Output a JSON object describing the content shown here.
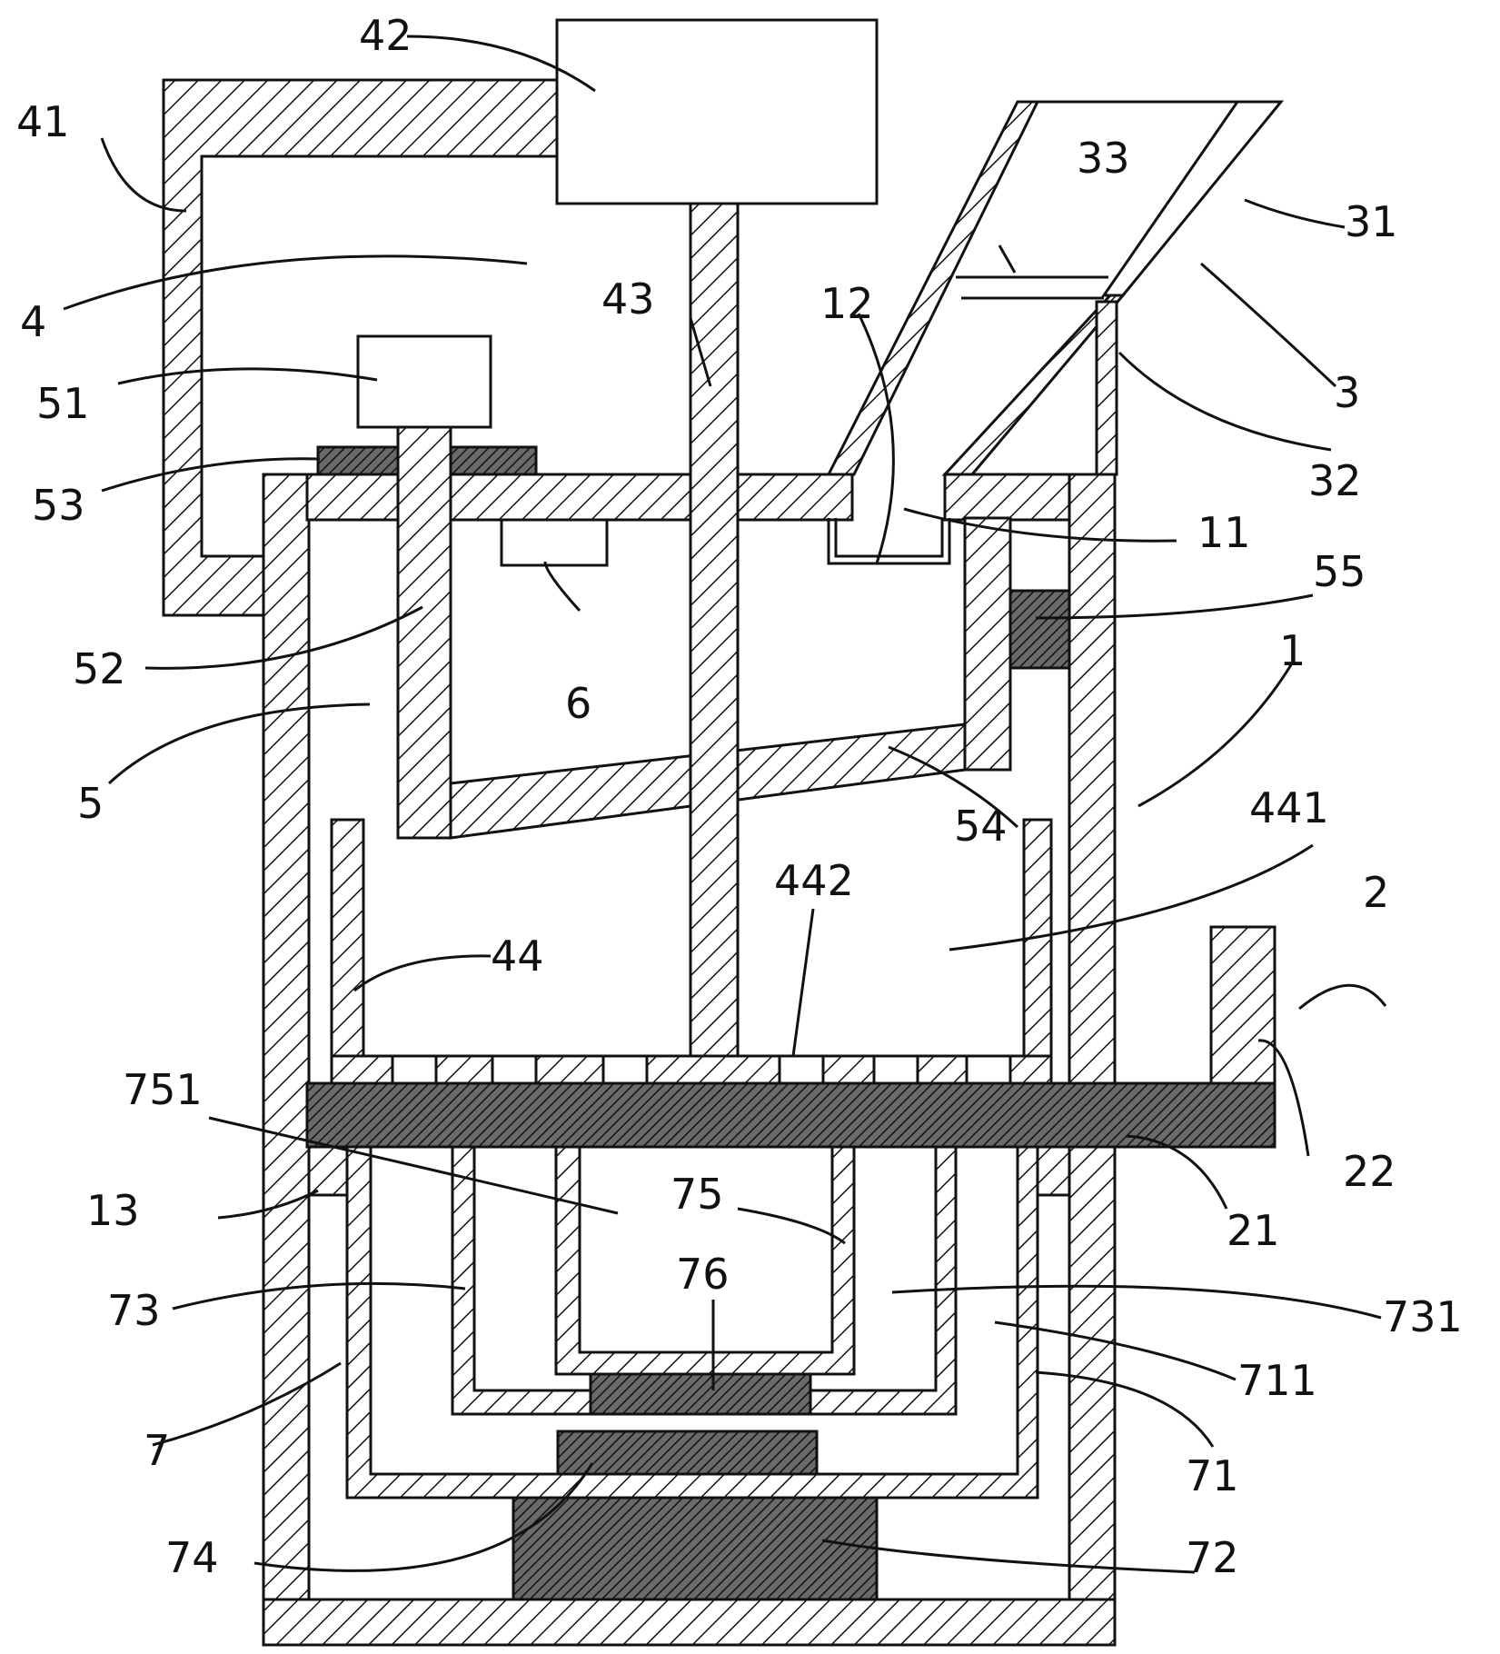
{
  "figure": {
    "colors": {
      "line": "#111111",
      "background": "#ffffff",
      "hatch_light": "#ffffff",
      "hatch_dense": "#555555"
    },
    "labels": {
      "l42": "42",
      "l41": "41",
      "l4": "4",
      "l51": "51",
      "l53": "53",
      "l43": "43",
      "l33": "33",
      "l31": "31",
      "l12": "12",
      "l3": "3",
      "l32": "32",
      "l11": "11",
      "l55": "55",
      "l52": "52",
      "l6": "6",
      "l1": "1",
      "l5": "5",
      "l54": "54",
      "l441": "441",
      "l442": "442",
      "l44": "44",
      "l2": "2",
      "l751": "751",
      "l22": "22",
      "l75": "75",
      "l13": "13",
      "l21": "21",
      "l76": "76",
      "l73": "73",
      "l731": "731",
      "l711": "711",
      "l7": "7",
      "l71": "71",
      "l74": "74",
      "l72": "72"
    }
  }
}
